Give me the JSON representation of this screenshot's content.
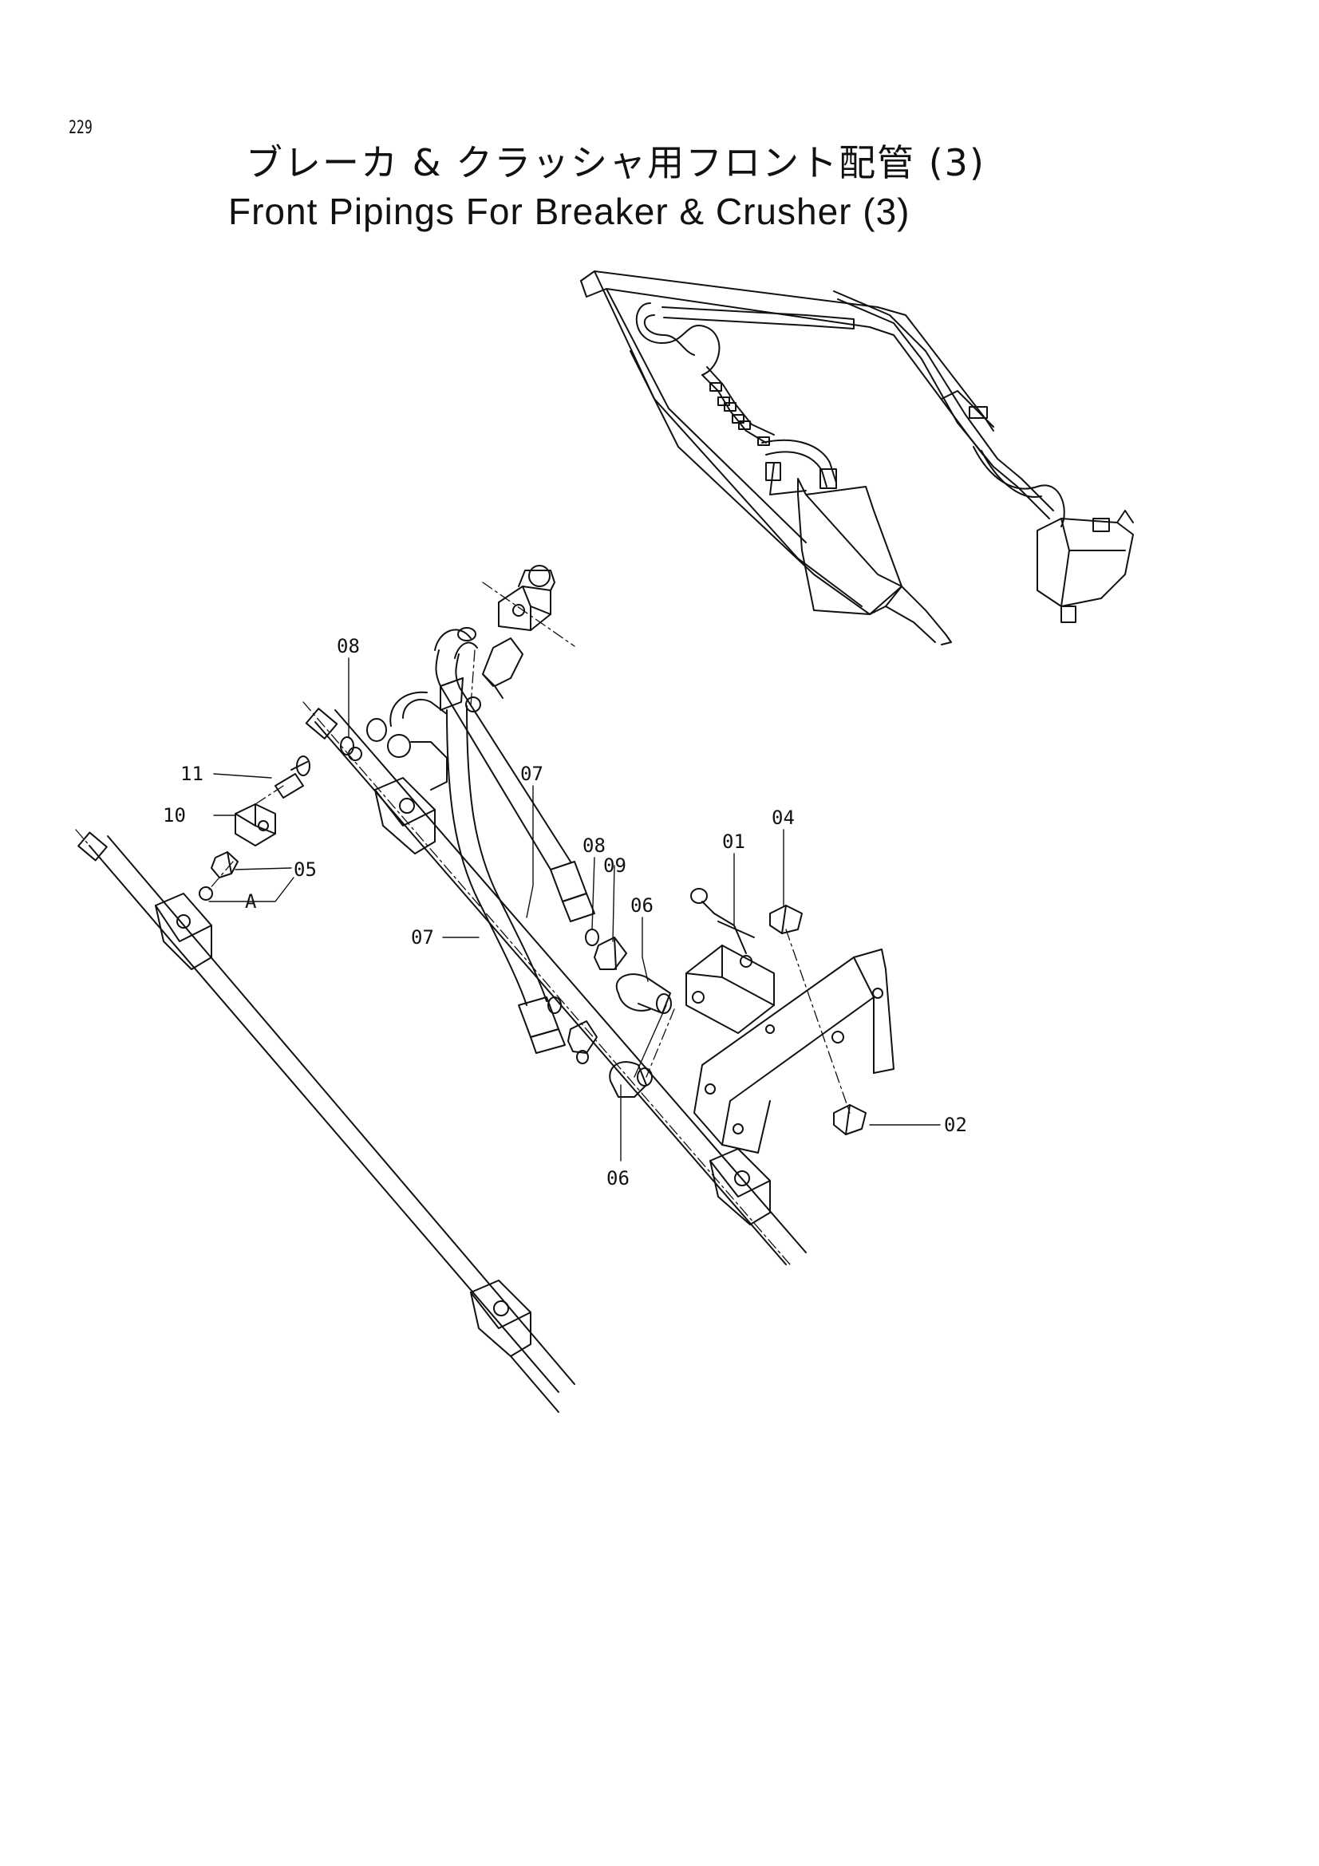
{
  "page": {
    "number": "229",
    "title_jp": "ブレーカ & クラッシャ用フロント配管 (3)",
    "title_en": "Front Pipings For Breaker & Crusher (3)"
  },
  "callouts": {
    "c01": "01",
    "c02": "02",
    "c04": "04",
    "c05": "05",
    "c06a": "06",
    "c06b": "06",
    "c07a": "07",
    "c07b": "07",
    "c08a": "08",
    "c08b": "08",
    "c09": "09",
    "c10": "10",
    "c11": "11",
    "cA": "A"
  }
}
